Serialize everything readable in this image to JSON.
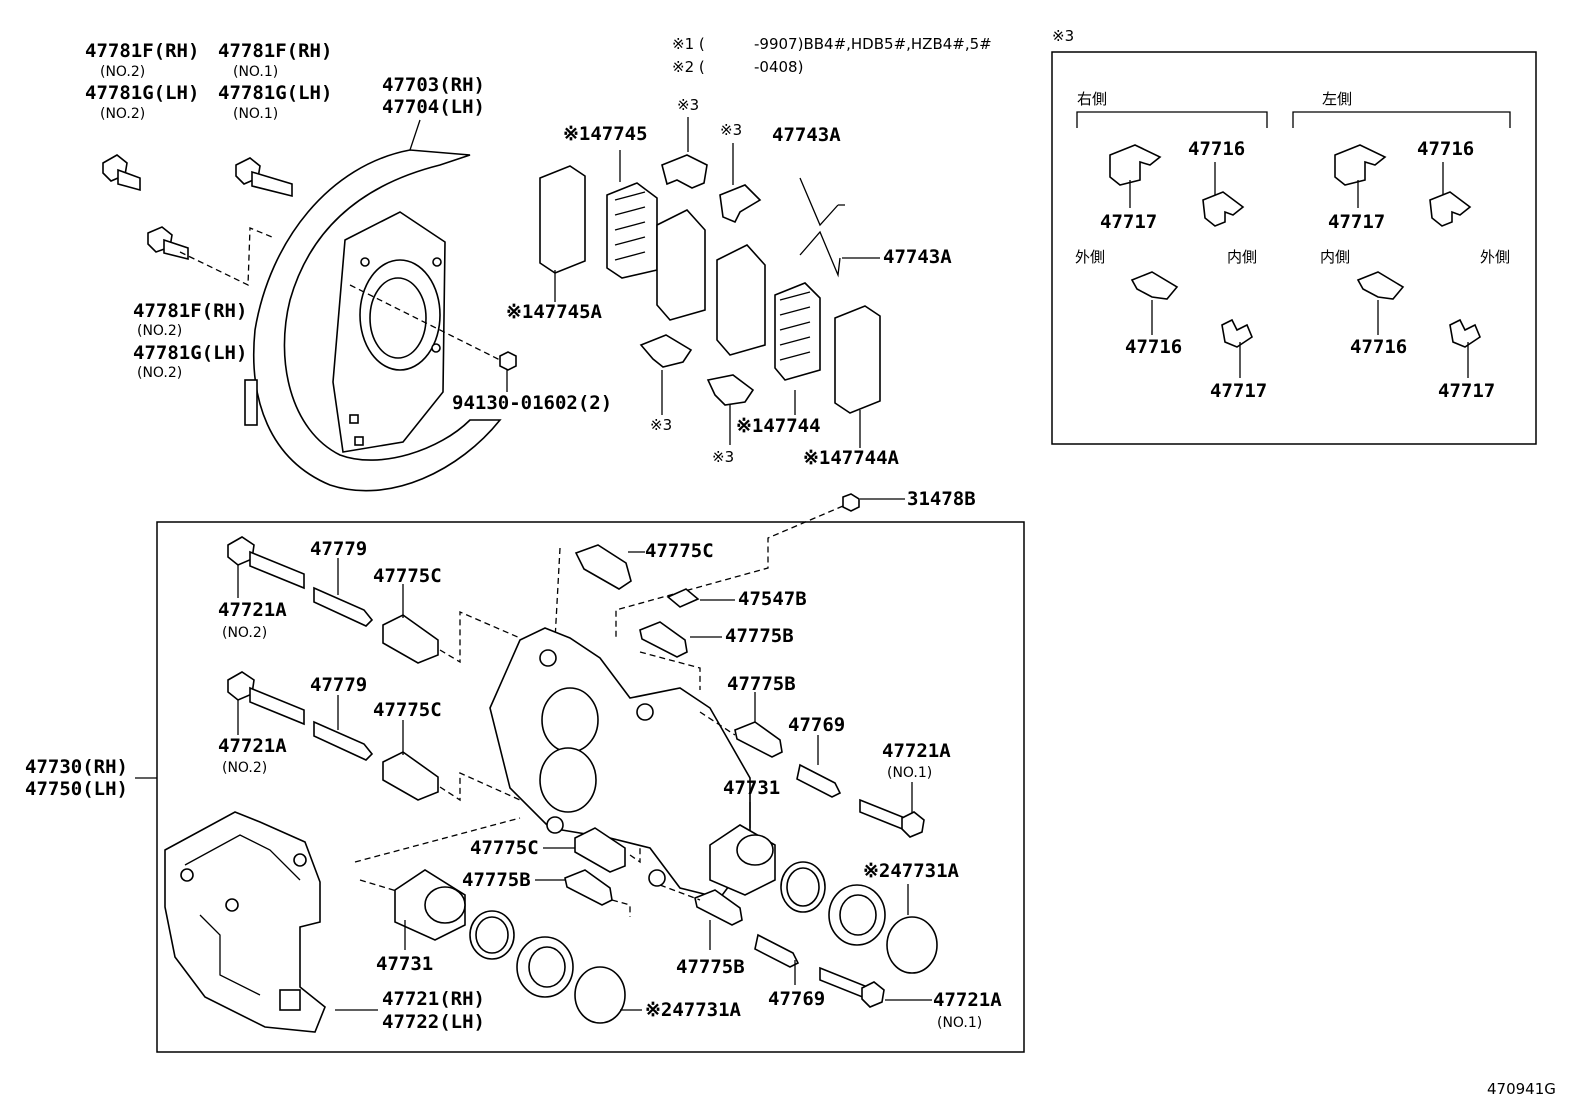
{
  "notes": {
    "n1_prefix": "※1 (",
    "n1_text": "-9907)BB4#,HDB5#,HZB4#,5#",
    "n2_prefix": "※2 (",
    "n2_text": "-0408)"
  },
  "inset": {
    "title": "※3",
    "right_side": "右側",
    "left_side": "左側",
    "outer": "外側",
    "inner": "内側",
    "p47716": "47716",
    "p47717": "47717"
  },
  "labels": {
    "b47781F_rh": "47781F(RH)",
    "no2": "(NO.2)",
    "no1": "(NO.1)",
    "b47781G_lh": "47781G(LH)",
    "p47703": "47703(RH)",
    "p47704": "47704(LH)",
    "nut": "94130-01602(2)",
    "p47745": "※147745",
    "p47745A": "※147745A",
    "mark3": "※3",
    "p47743A": "47743A",
    "p47744": "※147744",
    "p47744A": "※147744A",
    "p31478B": "31478B",
    "p47779": "47779",
    "p47775C": "47775C",
    "p47775B": "47775B",
    "p47547B": "47547B",
    "p47721A": "47721A",
    "p47769": "47769",
    "p47731": "47731",
    "p47731A": "※247731A",
    "p47730": "47730(RH)",
    "p47750": "47750(LH)",
    "p47721": "47721(RH)",
    "p47722": "47722(LH)"
  },
  "figure_id": "470941G"
}
